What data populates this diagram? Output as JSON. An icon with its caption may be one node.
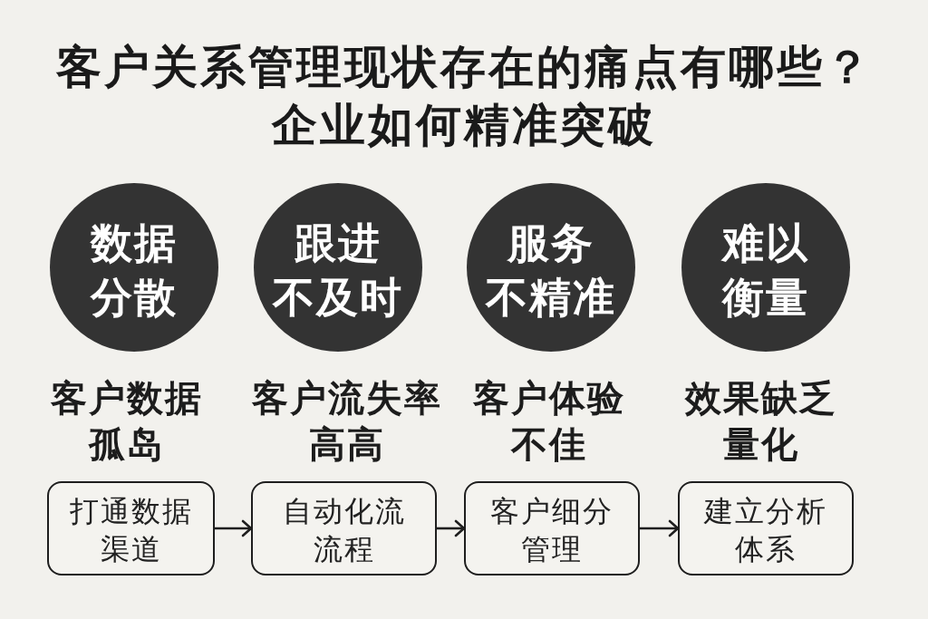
{
  "diagram": {
    "title": "客户关系管理现状存在的痛点有哪些？企业如何精准突破",
    "nodes": [
      {
        "text": [
          "数据分散"
        ],
        "beside": [
          "客户数据孤岛"
        ]
      },
      {
        "text": [
          "跟进不及时"
        ],
        "beside": [
          "客户流失率高高"
        ]
      },
      {
        "text": [
          "服务不精准"
        ],
        "beside": [
          "客户体验不佳"
        ]
      },
      {
        "text": [
          "难以衡量"
        ],
        "beside": [
          "效果缺乏量化"
        ]
      },
      {
        "text": [
          "打通数据渠道"
        ]
      },
      {
        "text": [
          "自动化流流程"
        ]
      },
      {
        "text": [
          "客户细分管理"
        ]
      },
      {
        "text": [
          "建立分析体系"
        ]
      }
    ],
    "edges": [
      {
        "from": 4,
        "to": 5,
        "arrow": "to"
      },
      {
        "from": 5,
        "to": 6,
        "arrow": "to"
      },
      {
        "from": 6,
        "to": 7,
        "arrow": "to"
      }
    ]
  }
}
